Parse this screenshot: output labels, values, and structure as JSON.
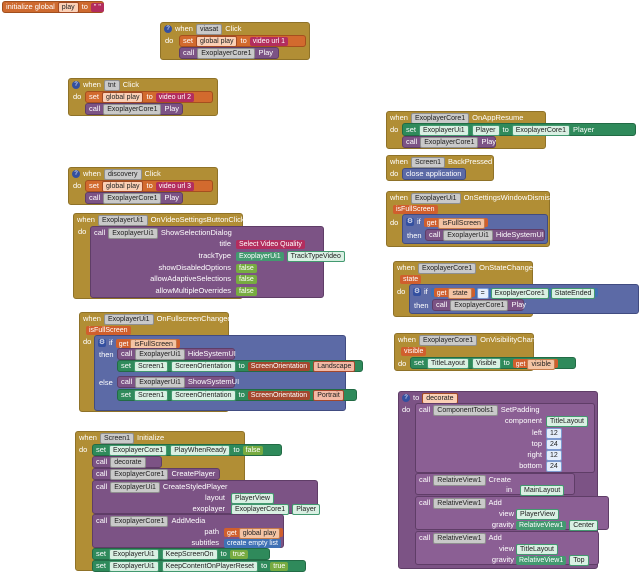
{
  "global_init": {
    "label": "initialize global",
    "var": "play",
    "to": "to",
    "value": "\" \" "
  },
  "viasat_click": {
    "when": "when",
    "component": "viasat",
    "event": "Click",
    "do": "do",
    "set_kw": "set",
    "global": "global play",
    "to": "to",
    "url": "video url 1",
    "call_kw": "call",
    "player": "ExoplayerCore1",
    "method": "Play"
  },
  "tnt_click": {
    "when": "when",
    "component": "tnt",
    "event": "Click",
    "do": "do",
    "set_kw": "set",
    "global": "global play",
    "to": "to",
    "url": "video url 2",
    "call_kw": "call",
    "player": "ExoplayerCore1",
    "method": "Play"
  },
  "discovery_click": {
    "when": "when",
    "component": "discovery",
    "event": "Click",
    "do": "do",
    "set_kw": "set",
    "global": "global play",
    "to": "to",
    "url": "video url 3",
    "call_kw": "call",
    "player": "ExoplayerCore1",
    "method": "Play"
  },
  "video_settings": {
    "when": "when",
    "component": "ExoplayerUi1",
    "event": "OnVideoSettingsButtonClick",
    "do": "do",
    "call_kw": "call",
    "target": "ExoplayerUi1",
    "method": "ShowSelectionDialog",
    "title_lbl": "title",
    "title_val": "Select Video Quality",
    "tracktype_lbl": "trackType",
    "tracktype_comp": "ExoplayerUi1",
    "tracktype_val": "TrackTypeVideo",
    "p1": "showDisabledOptions",
    "p2": "allowAdaptiveSelections",
    "p3": "allowMultipleOverrides",
    "false": "false"
  },
  "fullscreen_changed": {
    "when": "when",
    "component": "ExoplayerUi1",
    "event": "OnFullscreenChanged",
    "param": "isFullScreen",
    "do": "do",
    "if": "if",
    "get": "get",
    "var": "isFullScreen",
    "then": "then",
    "else": "else",
    "call_kw": "call",
    "set_kw": "set",
    "comp": "ExoplayerUi1",
    "hide": "HideSystemUI",
    "show": "ShowSystemUI",
    "screen": "Screen1",
    "prop": "ScreenOrientation",
    "to": "to",
    "enum_lbl": "ScreenOrientation",
    "landscape": "Landscape",
    "portrait": "Portrait"
  },
  "screen_init": {
    "when": "when",
    "component": "Screen1",
    "event": "Initialize",
    "do": "do",
    "set_kw": "set",
    "call_kw": "call",
    "core": "ExoplayerCore1",
    "ui": "ExoplayerUi1",
    "playwhenready": "PlayWhenReady",
    "to": "to",
    "false": "false",
    "true": "true",
    "decorate": "decorate",
    "createplayer": "CreatePlayer",
    "createstyled": "CreateStyledPlayer",
    "layout": "layout",
    "playerview": "PlayerView",
    "exoplayer": "exoplayer",
    "player": "Player",
    "addmedia": "AddMedia",
    "path": "path",
    "get": "get",
    "global_play": "global play",
    "subtitles": "subtitles",
    "empty_list": "create empty list",
    "keepscreen": "KeepScreenOn",
    "keepcontent": "KeepContentOnPlayerReset"
  },
  "app_resume": {
    "when": "when",
    "component": "ExoplayerCore1",
    "event": "OnAppResume",
    "do": "do",
    "set_kw": "set",
    "call_kw": "call",
    "ui": "ExoplayerUi1",
    "player_prop": "Player",
    "to": "to",
    "core": "ExoplayerCore1",
    "player_get": "Player",
    "play": "Play"
  },
  "back_pressed": {
    "when": "when",
    "component": "Screen1",
    "event": "BackPressed",
    "do": "do",
    "action": "close application"
  },
  "settings_dismiss": {
    "when": "when",
    "component": "ExoplayerUi1",
    "event": "OnSettingsWindowDismiss",
    "param": "isFullScreen",
    "do": "do",
    "if": "if",
    "get": "get",
    "var": "isFullScreen",
    "then": "then",
    "call_kw": "call",
    "ui": "ExoplayerUi1",
    "method": "HideSystemUI"
  },
  "state_changed": {
    "when": "when",
    "component": "ExoplayerCore1",
    "event": "OnStateChanged",
    "param": "state",
    "do": "do",
    "if": "if",
    "get": "get",
    "var": "state",
    "eq": "=",
    "core": "ExoplayerCore1",
    "state_val": "StateEnded",
    "then": "then",
    "call_kw": "call",
    "play": "Play"
  },
  "visibility_changed": {
    "when": "when",
    "component": "ExoplayerCore1",
    "event": "OnVisibilityChanged",
    "param": "visible",
    "do": "do",
    "set_kw": "set",
    "title": "TitleLayout",
    "prop": "Visible",
    "to": "to",
    "get": "get",
    "var": "visible"
  },
  "decorate_proc": {
    "to_kw": "to",
    "name": "decorate",
    "do": "do",
    "call_kw": "call",
    "tools": "ComponentTools1",
    "method": "SetPadding",
    "component_lbl": "component",
    "component_val": "TitleLayout",
    "left": "left",
    "top": "top",
    "right": "right",
    "bottom": "bottom",
    "v_left": "12",
    "v_top": "24",
    "v_right": "12",
    "v_bottom": "24",
    "rel": "RelativeView1",
    "create": "Create",
    "in": "in",
    "mainlayout": "MainLayout",
    "add": "Add",
    "view": "view",
    "gravity": "gravity",
    "playerview": "PlayerView",
    "center": "Center",
    "titlelayout": "TitleLayout",
    "top_val": "Top"
  }
}
